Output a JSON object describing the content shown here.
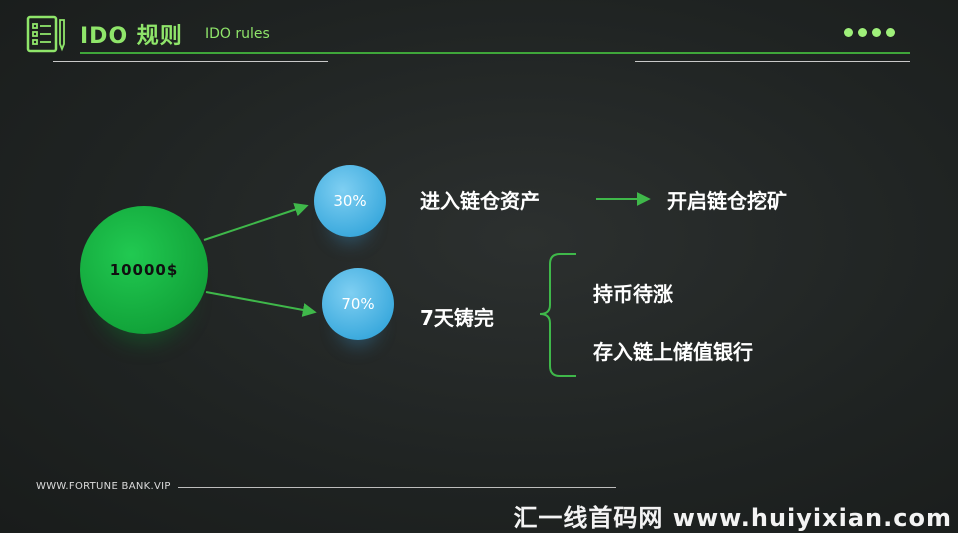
{
  "header": {
    "title": "IDO 规则",
    "subtitle": "IDO rules",
    "logo_icon": "checklist-pencil-icon",
    "accent_color": "#8fe56a",
    "line_color": "#3fa63a"
  },
  "diagram": {
    "source_amount": "10000$",
    "branches": [
      {
        "percent": "30%",
        "destination": "进入链仓资产",
        "next_step": "开启链仓挖矿"
      },
      {
        "percent": "70%",
        "destination": "7天铸完",
        "options": [
          "持币待涨",
          "存入链上储值银行"
        ]
      }
    ],
    "colors": {
      "source_circle": "#12a43a",
      "percent_circle": "#3aa9dd",
      "arrow": "#3fb84a"
    }
  },
  "footer": {
    "url": "WWW.FORTUNE BANK.VIP"
  },
  "watermark": {
    "text": "汇一线首码网 www.huiyixian.com"
  }
}
